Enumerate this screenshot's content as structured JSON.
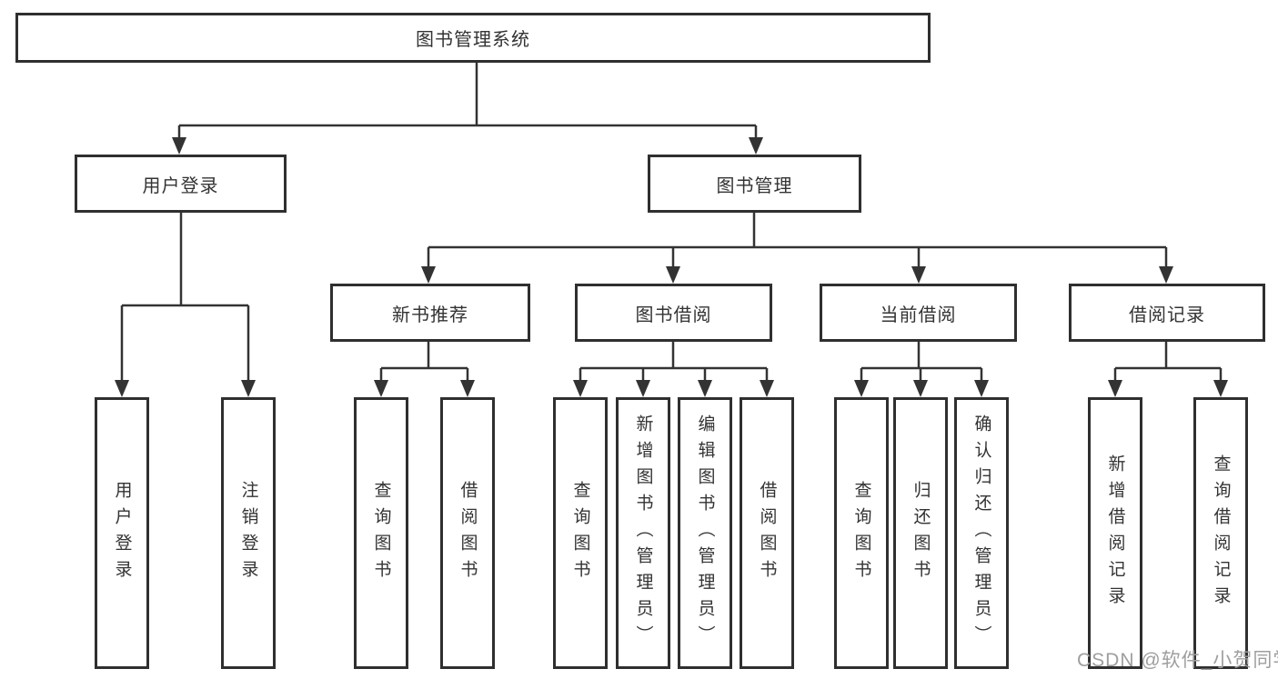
{
  "diagram_title": "图书管理系统",
  "tree": {
    "label": "图书管理系统",
    "children": [
      {
        "label": "用户登录",
        "children": [
          {
            "label": "用户登录"
          },
          {
            "label": "注销登录"
          }
        ]
      },
      {
        "label": "图书管理",
        "children": [
          {
            "label": "新书推荐",
            "children": [
              {
                "label": "查询图书"
              },
              {
                "label": "借阅图书"
              }
            ]
          },
          {
            "label": "图书借阅",
            "children": [
              {
                "label": "查询图书"
              },
              {
                "label": "新增图书（管理员）"
              },
              {
                "label": "编辑图书（管理员）"
              },
              {
                "label": "借阅图书"
              }
            ]
          },
          {
            "label": "当前借阅",
            "children": [
              {
                "label": "查询图书"
              },
              {
                "label": "归还图书"
              },
              {
                "label": "确认归还（管理员）"
              }
            ]
          },
          {
            "label": "借阅记录",
            "children": [
              {
                "label": "新增借阅记录"
              },
              {
                "label": "查询借阅记录"
              }
            ]
          }
        ]
      }
    ]
  },
  "watermark": {
    "text": "CSDN @软件_小贺同学",
    "color": "#9e9e9e"
  },
  "colors": {
    "background": "#ffffff",
    "box_border": "#2f2f2f",
    "connector_line": "#333333",
    "text": "#333333"
  }
}
